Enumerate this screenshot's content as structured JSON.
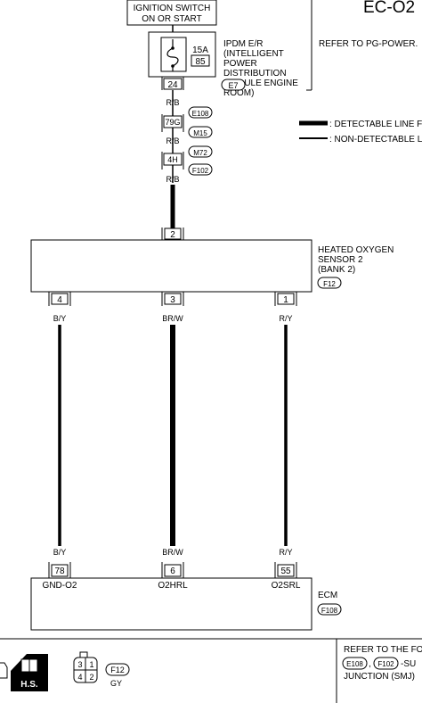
{
  "header": {
    "code": "EC-O2",
    "refer_text": "REFER TO PG-POWER."
  },
  "ignition": {
    "label_line1": "IGNITION SWITCH",
    "label_line2": "ON OR START"
  },
  "ipdm": {
    "lines": [
      "IPDM E/R",
      "(INTELLIGENT",
      "POWER",
      "DISTRIBUTION",
      "MODULE ENGINE",
      "ROOM)"
    ],
    "fuse_amp": "15A",
    "fuse_num": "85",
    "connector": "E7",
    "terminal": "24"
  },
  "legend": {
    "detectable": ": DETECTABLE LINE F",
    "non_detectable": ": NON-DETECTABLE L"
  },
  "harness": {
    "wire_color": "R/B",
    "joint1": "79G",
    "joint2": "4H",
    "connectors": [
      "E108",
      "M15",
      "M72",
      "F102"
    ]
  },
  "sensor": {
    "lines": [
      "HEATED OXYGEN",
      "SENSOR 2",
      "(BANK 2)"
    ],
    "connector": "F12",
    "top_terminal": "2",
    "terminals": [
      "4",
      "3",
      "1"
    ]
  },
  "wires": {
    "left": "B/Y",
    "center": "BR/W",
    "right": "R/Y"
  },
  "ecm": {
    "label": "ECM",
    "connector": "F108",
    "terminals": [
      "78",
      "6",
      "55"
    ],
    "pins": [
      "GND-O2",
      "O2HRL",
      "O2SRL"
    ]
  },
  "footer": {
    "hs_label": "H.S.",
    "connector_pins": [
      "3",
      "1",
      "4",
      "2"
    ],
    "connector_id": "F12",
    "connector_color": "GY",
    "refer_line1": "REFER TO THE FO",
    "refer_conn1": "E108",
    "refer_conn2": "F102",
    "refer_suffix": "-SU",
    "refer_line3": "JUNCTION (SMJ)"
  }
}
